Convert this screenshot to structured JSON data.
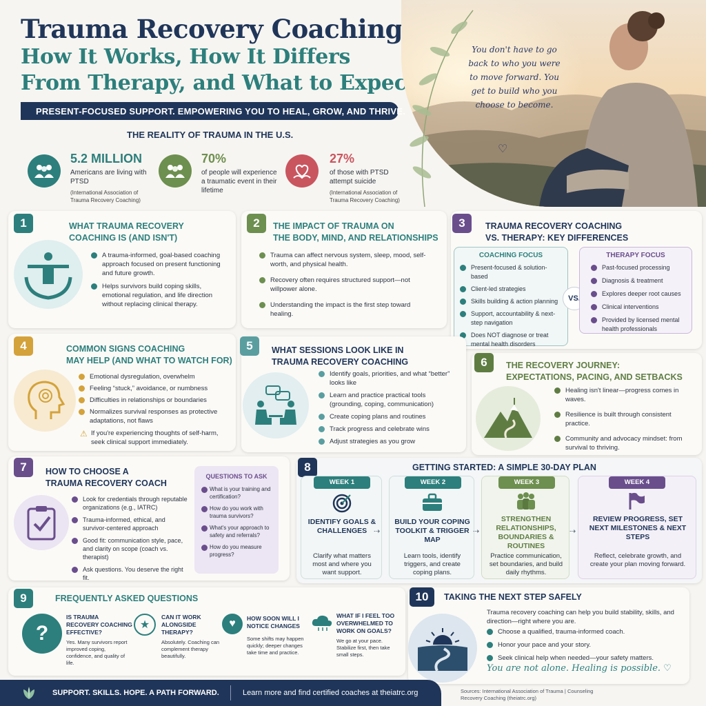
{
  "header": {
    "title_line1": "Trauma Recovery Coaching:",
    "title_line2": "How It Works, How It Differs",
    "title_line3": "From Therapy, and What to Expect",
    "banner": "PRESENT-FOCUSED SUPPORT. EMPOWERING YOU TO HEAL, GROW, AND THRIVE."
  },
  "quote": "You don't have to go back to who you were to move forward. You get to build who you choose to become.",
  "stats": {
    "title": "THE REALITY OF TRAUMA IN THE U.S.",
    "items": [
      {
        "value": "5.2 MILLION",
        "desc": "Americans are living with PTSD",
        "source": "(International Association of Trauma Recovery Coaching)",
        "color": "#2c7f7c",
        "icon": "people-group-icon"
      },
      {
        "value": "70%",
        "desc": "of people will experience a traumatic event in their lifetime",
        "source": "",
        "color": "#6d8f4f",
        "icon": "people-group-icon"
      },
      {
        "value": "27%",
        "desc": "of those with PTSD attempt suicide",
        "source": "(International Association of Trauma Recovery Coaching)",
        "color": "#c9555f",
        "icon": "heart-hands-icon"
      }
    ]
  },
  "s1": {
    "num": "1",
    "title_a": "WHAT TRAUMA RECOVERY",
    "title_b": "COACHING IS (AND ISN'T)",
    "items": [
      "A trauma-informed, goal-based coaching approach focused on present functioning and future growth.",
      "Helps survivors build coping skills, emotional regulation, and life direction without replacing clinical therapy."
    ]
  },
  "s2": {
    "num": "2",
    "title_a": "THE IMPACT OF TRAUMA ON",
    "title_b": "THE BODY, MIND, AND RELATIONSHIPS",
    "items": [
      "Trauma can affect nervous system, sleep, mood, self-worth, and physical health.",
      "Recovery often requires structured support—not willpower alone.",
      "Understanding the impact is the first step toward healing."
    ]
  },
  "s3": {
    "num": "3",
    "title_a": "TRAUMA RECOVERY COACHING",
    "title_b": "VS. THERAPY: KEY DIFFERENCES",
    "coaching_title": "COACHING FOCUS",
    "coaching": [
      "Present-focused & solution-based",
      "Client-led strategies",
      "Skills building & action planning",
      "Support, accountability & next-step navigation",
      "Does NOT diagnose or treat mental health disorders"
    ],
    "vs": "VS.",
    "therapy_title": "THERAPY FOCUS",
    "therapy": [
      "Past-focused processing",
      "Diagnosis & treatment",
      "Explores deeper root causes",
      "Clinical interventions",
      "Provided by licensed mental health professionals"
    ]
  },
  "s4": {
    "num": "4",
    "title_a": "COMMON SIGNS COACHING",
    "title_b": "MAY HELP (AND WHAT TO WATCH FOR)",
    "items": [
      "Emotional dysregulation, overwhelm",
      "Feeling “stuck,” avoidance, or numbness",
      "Difficulties in relationships or boundaries",
      "Normalizes survival responses as protective adaptations, not flaws"
    ],
    "warning": "If you're experiencing thoughts of self-harm, seek clinical support immediately."
  },
  "s5": {
    "num": "5",
    "title_a": "WHAT SESSIONS LOOK LIKE IN",
    "title_b": "TRAUMA RECOVERY COACHING",
    "items": [
      "Identify goals, priorities, and what “better” looks like",
      "Learn and practice practical tools (grounding, coping, communication)",
      "Create coping plans and routines",
      "Track progress and celebrate wins",
      "Adjust strategies as you grow"
    ]
  },
  "s6": {
    "num": "6",
    "title_a": "THE RECOVERY JOURNEY:",
    "title_b": "EXPECTATIONS, PACING, AND SETBACKS",
    "items": [
      "Healing isn't linear—progress comes in waves.",
      "Resilience is built through consistent practice.",
      "Community and advocacy mindset: from survival to thriving."
    ]
  },
  "s7": {
    "num": "7",
    "title_a": "HOW TO CHOOSE A",
    "title_b": "TRAUMA RECOVERY COACH",
    "items": [
      "Look for credentials through reputable organizations (e.g., IATRC)",
      "Trauma-informed, ethical, and survivor-centered approach",
      "Good fit: communication style, pace, and clarity on scope (coach vs. therapist)",
      "Ask questions. You deserve the right fit."
    ],
    "questions_title": "QUESTIONS TO ASK",
    "questions": [
      "What is your training and certification?",
      "How do you work with trauma survivors?",
      "What's your approach to safety and referrals?",
      "How do you measure progress?"
    ]
  },
  "s8": {
    "num": "8",
    "title": "GETTING STARTED: A SIMPLE 30-DAY PLAN",
    "weeks": [
      {
        "tag": "WEEK 1",
        "head": "IDENTIFY GOALS & CHALLENGES",
        "desc": "Clarify what matters most and where you want support.",
        "color": "#2c7f7c",
        "icon": "target-icon"
      },
      {
        "tag": "WEEK 2",
        "head": "BUILD YOUR COPING TOOLKIT & TRIGGER MAP",
        "desc": "Learn tools, identify triggers, and create coping plans.",
        "color": "#2c7f7c",
        "icon": "toolbox-icon"
      },
      {
        "tag": "WEEK 3",
        "head": "STRENGTHEN RELATIONSHIPS, BOUNDARIES & ROUTINES",
        "desc": "Practice communication, set boundaries, and build daily rhythms.",
        "color": "#6d8f4f",
        "icon": "people-icon"
      },
      {
        "tag": "WEEK 4",
        "head": "REVIEW PROGRESS, SET NEXT MILESTONES & NEXT STEPS",
        "desc": "Reflect, celebrate growth, and create your plan moving forward.",
        "color": "#6a4e8c",
        "icon": "flag-icon"
      }
    ]
  },
  "s9": {
    "num": "9",
    "title": "FREQUENTLY ASKED QUESTIONS",
    "faqs": [
      {
        "q": "IS TRAUMA RECOVERY COACHING EFFECTIVE?",
        "a": "Yes. Many survivors report improved coping, confidence, and quality of life."
      },
      {
        "q": "CAN IT WORK ALONGSIDE THERAPY?",
        "a": "Absolutely. Coaching can complement therapy beautifully."
      },
      {
        "q": "HOW SOON WILL I NOTICE CHANGES",
        "a": "Some shifts may happen quickly; deeper changes take time and practice."
      },
      {
        "q": "WHAT IF I FEEL TOO OVERWHELMED TO WORK ON GOALS?",
        "a": "We go at your pace. Stabilize first, then take small steps."
      }
    ]
  },
  "s10": {
    "num": "10",
    "title": "TAKING THE NEXT STEP SAFELY",
    "intro": "Trauma recovery coaching can help you build stability, skills, and direction—right where you are.",
    "items": [
      "Choose a qualified, trauma-informed coach.",
      "Honor your pace and your story.",
      "Seek clinical help when needed—your safety matters."
    ],
    "closing": "You are not alone. Healing is possible. ♡"
  },
  "footer": {
    "tagline": "SUPPORT. SKILLS. HOPE. A PATH FORWARD.",
    "link": "Learn more and find certified coaches at theiatrc.org",
    "sources": "Sources: International Association of Trauma | Counseling Recovery Coaching (theiatrc.org)"
  },
  "colors": {
    "navy": "#1f3559",
    "teal": "#2c7f7c",
    "green": "#6d8f4f",
    "gold": "#d4a23a",
    "purple": "#6a4e8c",
    "rose": "#c9555f"
  }
}
